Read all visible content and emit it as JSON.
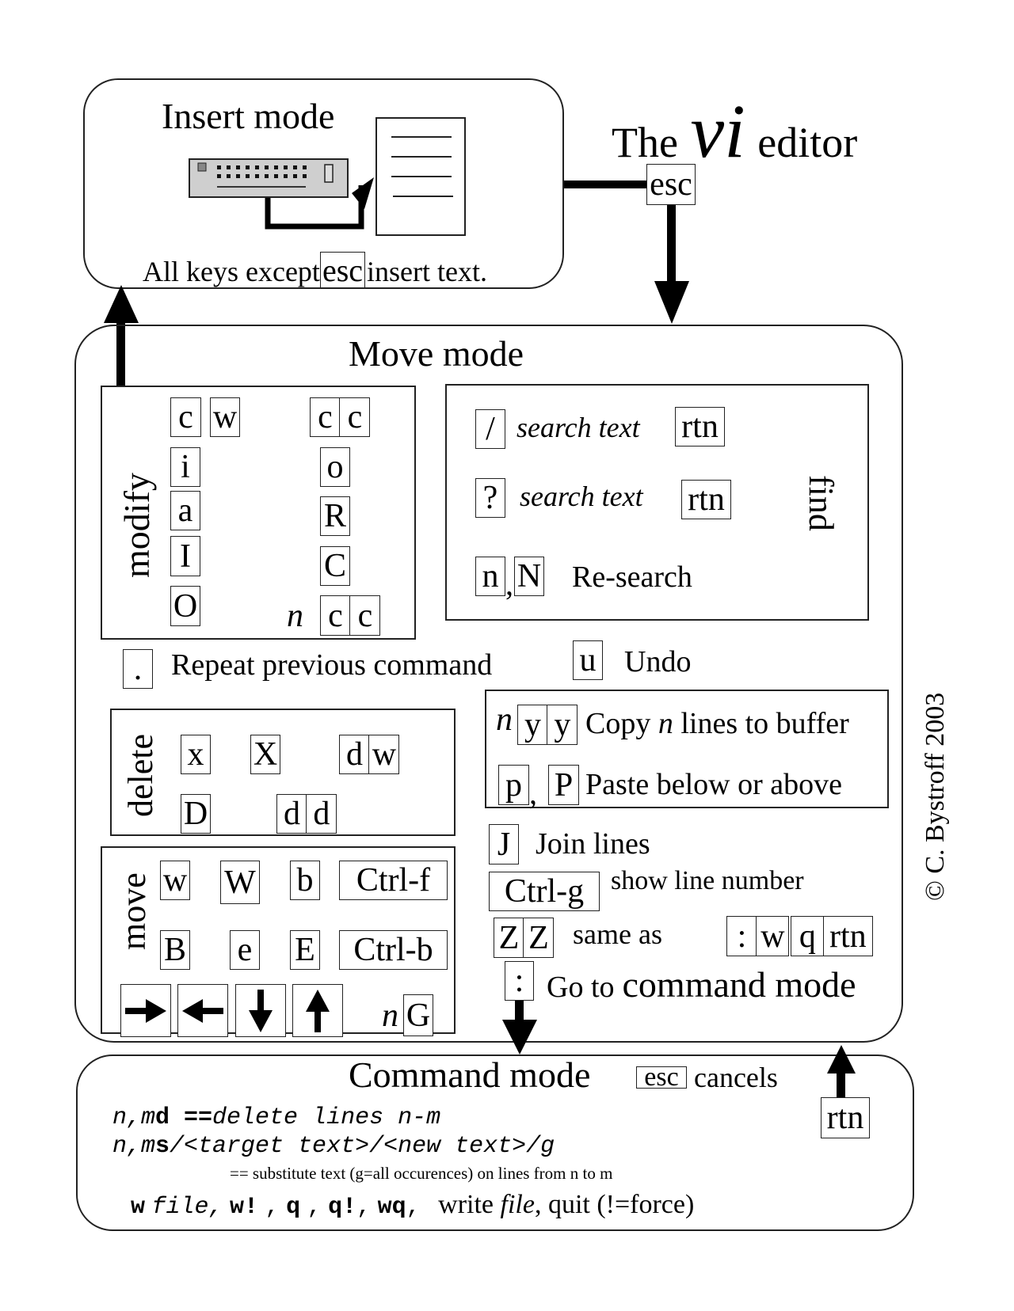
{
  "title": {
    "prefix": "The",
    "vi": "vi",
    "suffix": "editor"
  },
  "insert_mode": {
    "title": "Insert mode",
    "caption_before": "All keys except",
    "caption_key": "esc",
    "caption_after": "insert text.",
    "icons": [
      "keyboard-icon",
      "document-icon"
    ]
  },
  "transitions": {
    "insert_to_move_key": "esc",
    "move_to_command_key": ":",
    "command_to_move_key": "rtn"
  },
  "move_mode": {
    "title": "Move mode",
    "modify": {
      "label": "modify",
      "left_keys": [
        [
          "c",
          "w"
        ],
        [
          "i"
        ],
        [
          "a"
        ],
        [
          "I"
        ],
        [
          "O"
        ]
      ],
      "right_keys": [
        [
          "c",
          "c"
        ],
        [
          "o"
        ],
        [
          "R"
        ],
        [
          "C"
        ],
        [
          "c",
          "c"
        ]
      ],
      "count_prefix": "n"
    },
    "find": {
      "label": "find",
      "rows": [
        {
          "key": "/",
          "text": "search text",
          "end_key": "rtn"
        },
        {
          "key": "?",
          "text": "search text",
          "end_key": "rtn"
        }
      ],
      "research_keys": [
        "n",
        "N"
      ],
      "research_sep": ",",
      "research_text": "Re-search"
    },
    "repeat": {
      "key": ".",
      "text": "Repeat previous command"
    },
    "undo": {
      "key": "u",
      "text": "Undo"
    },
    "delete": {
      "label": "delete",
      "row1": [
        [
          "x"
        ],
        [
          "X"
        ],
        [
          "d",
          "w"
        ]
      ],
      "row2": [
        [
          "D"
        ],
        [
          "d",
          "d"
        ]
      ]
    },
    "move": {
      "label": "move",
      "row1": [
        "w",
        "W",
        "b",
        "Ctrl-f"
      ],
      "row2": [
        "B",
        "e",
        "E",
        "Ctrl-b"
      ],
      "arrows": [
        "right-arrow-icon",
        "left-arrow-icon",
        "down-arrow-icon",
        "up-arrow-icon"
      ],
      "goto_prefix": "n",
      "goto_key": "G"
    },
    "yank": {
      "count_prefix": "n",
      "copy_keys": [
        "y",
        "y"
      ],
      "copy_text_before": "Copy",
      "copy_text_n": "n",
      "copy_text_after": "lines to buffer",
      "paste_keys": [
        "p",
        "P"
      ],
      "paste_sep": ",",
      "paste_text": "Paste below or above"
    },
    "join": {
      "key": "J",
      "text": "Join lines"
    },
    "line_number": {
      "key": "Ctrl-g",
      "text": "show line number"
    },
    "save_quit": {
      "keys": [
        "Z",
        "Z"
      ],
      "text": "same as",
      "equiv_keys": [
        ":",
        "w",
        "q",
        "rtn"
      ]
    },
    "goto_command": {
      "key": ":",
      "text_small": "Go to",
      "text_large": "command mode"
    }
  },
  "command_mode": {
    "title": "Command mode",
    "cancel_key": "esc",
    "cancel_text": "cancels",
    "lines": [
      {
        "prefix": "n,m",
        "cmd": "d",
        "sep": " ==",
        "desc": "delete lines n-m"
      },
      {
        "prefix": "n,m",
        "cmd": "s",
        "desc": "/<target text>/<new text>/g"
      }
    ],
    "substitute_note": "== substitute text (g=all occurences) on lines from n to m",
    "write_quit": {
      "cmds": [
        "w",
        "file,",
        "w!",
        ",",
        "q",
        ",",
        "q!",
        ",",
        "wq",
        ","
      ],
      "desc_before": "write",
      "desc_file": "file",
      "desc_after": ", quit (!=force)"
    }
  },
  "copyright": "© C. Bystroff 2003"
}
